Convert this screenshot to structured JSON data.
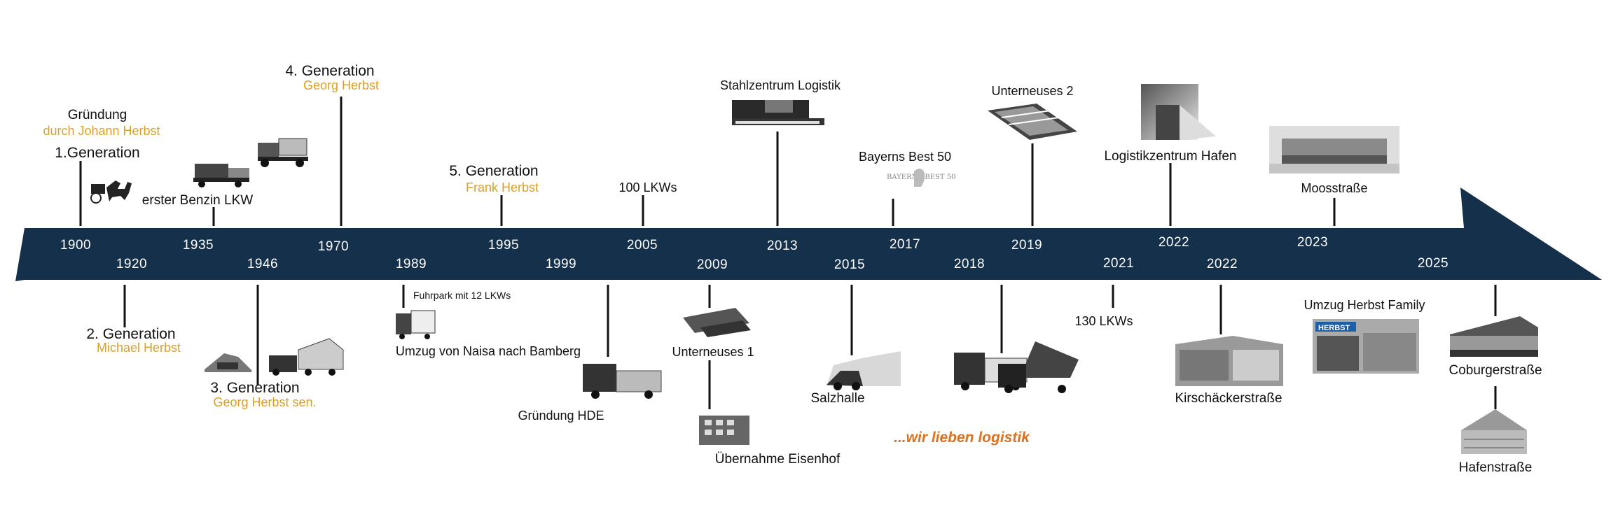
{
  "timeline": {
    "band_color": "#14304a",
    "years_upper": [
      "1900",
      "1935",
      "1970",
      "1995",
      "2005",
      "2013",
      "2017",
      "2019",
      "2022",
      "2023"
    ],
    "years_lower": [
      "1920",
      "1946",
      "1989",
      "1999",
      "2009",
      "2015",
      "2018",
      "2021",
      "2022",
      "2025"
    ]
  },
  "events": {
    "gruendung": {
      "title": "Gründung",
      "subtitle": "durch Johann Herbst",
      "generation": "1.Generation"
    },
    "benzin": {
      "label": "erster Benzin LKW"
    },
    "gen4": {
      "title": "4. Generation",
      "name": "Georg Herbst"
    },
    "gen5": {
      "title": "5. Generation",
      "name": "Frank Herbst"
    },
    "lkw100": {
      "label": "100 LKWs"
    },
    "stahl": {
      "label": "Stahlzentrum Logistik"
    },
    "bayern": {
      "label": "Bayerns Best 50",
      "logo_text": "BAYERNS BEST 50"
    },
    "unterneuses2": {
      "label": "Unterneuses 2"
    },
    "hafen": {
      "label": "Logistikzentrum Hafen"
    },
    "moos": {
      "label": "Moosstraße"
    },
    "gen2": {
      "title": "2. Generation",
      "name": "Michael Herbst"
    },
    "gen3": {
      "title": "3. Generation",
      "name": "Georg Herbst sen."
    },
    "fuhrpark": {
      "label": "Fuhrpark mit 12 LKWs"
    },
    "umzug": {
      "label": "Umzug von Naisa nach Bamberg"
    },
    "hde": {
      "label": "Gründung HDE"
    },
    "unterneuses1": {
      "label": "Unterneuses 1"
    },
    "eisenhof": {
      "label": "Übernahme Eisenhof"
    },
    "salz": {
      "label": "Salzhalle"
    },
    "slogan": {
      "label": "...wir lieben logistik"
    },
    "lkw130": {
      "label": "130 LKWs"
    },
    "kirsch": {
      "label": "Kirschäckerstraße"
    },
    "family": {
      "label": "Umzug Herbst Family",
      "sign_text": "HERBST"
    },
    "coburger": {
      "label": "Coburgerstraße"
    },
    "hafenstr": {
      "label": "Hafenstraße"
    }
  },
  "colors": {
    "band": "#14304a",
    "gold": "#d9a12a",
    "slogan": "#e0701b"
  },
  "icons": [
    "horse-cart-icon",
    "truck-icon",
    "building-icon",
    "train-icon",
    "excavator-icon"
  ]
}
